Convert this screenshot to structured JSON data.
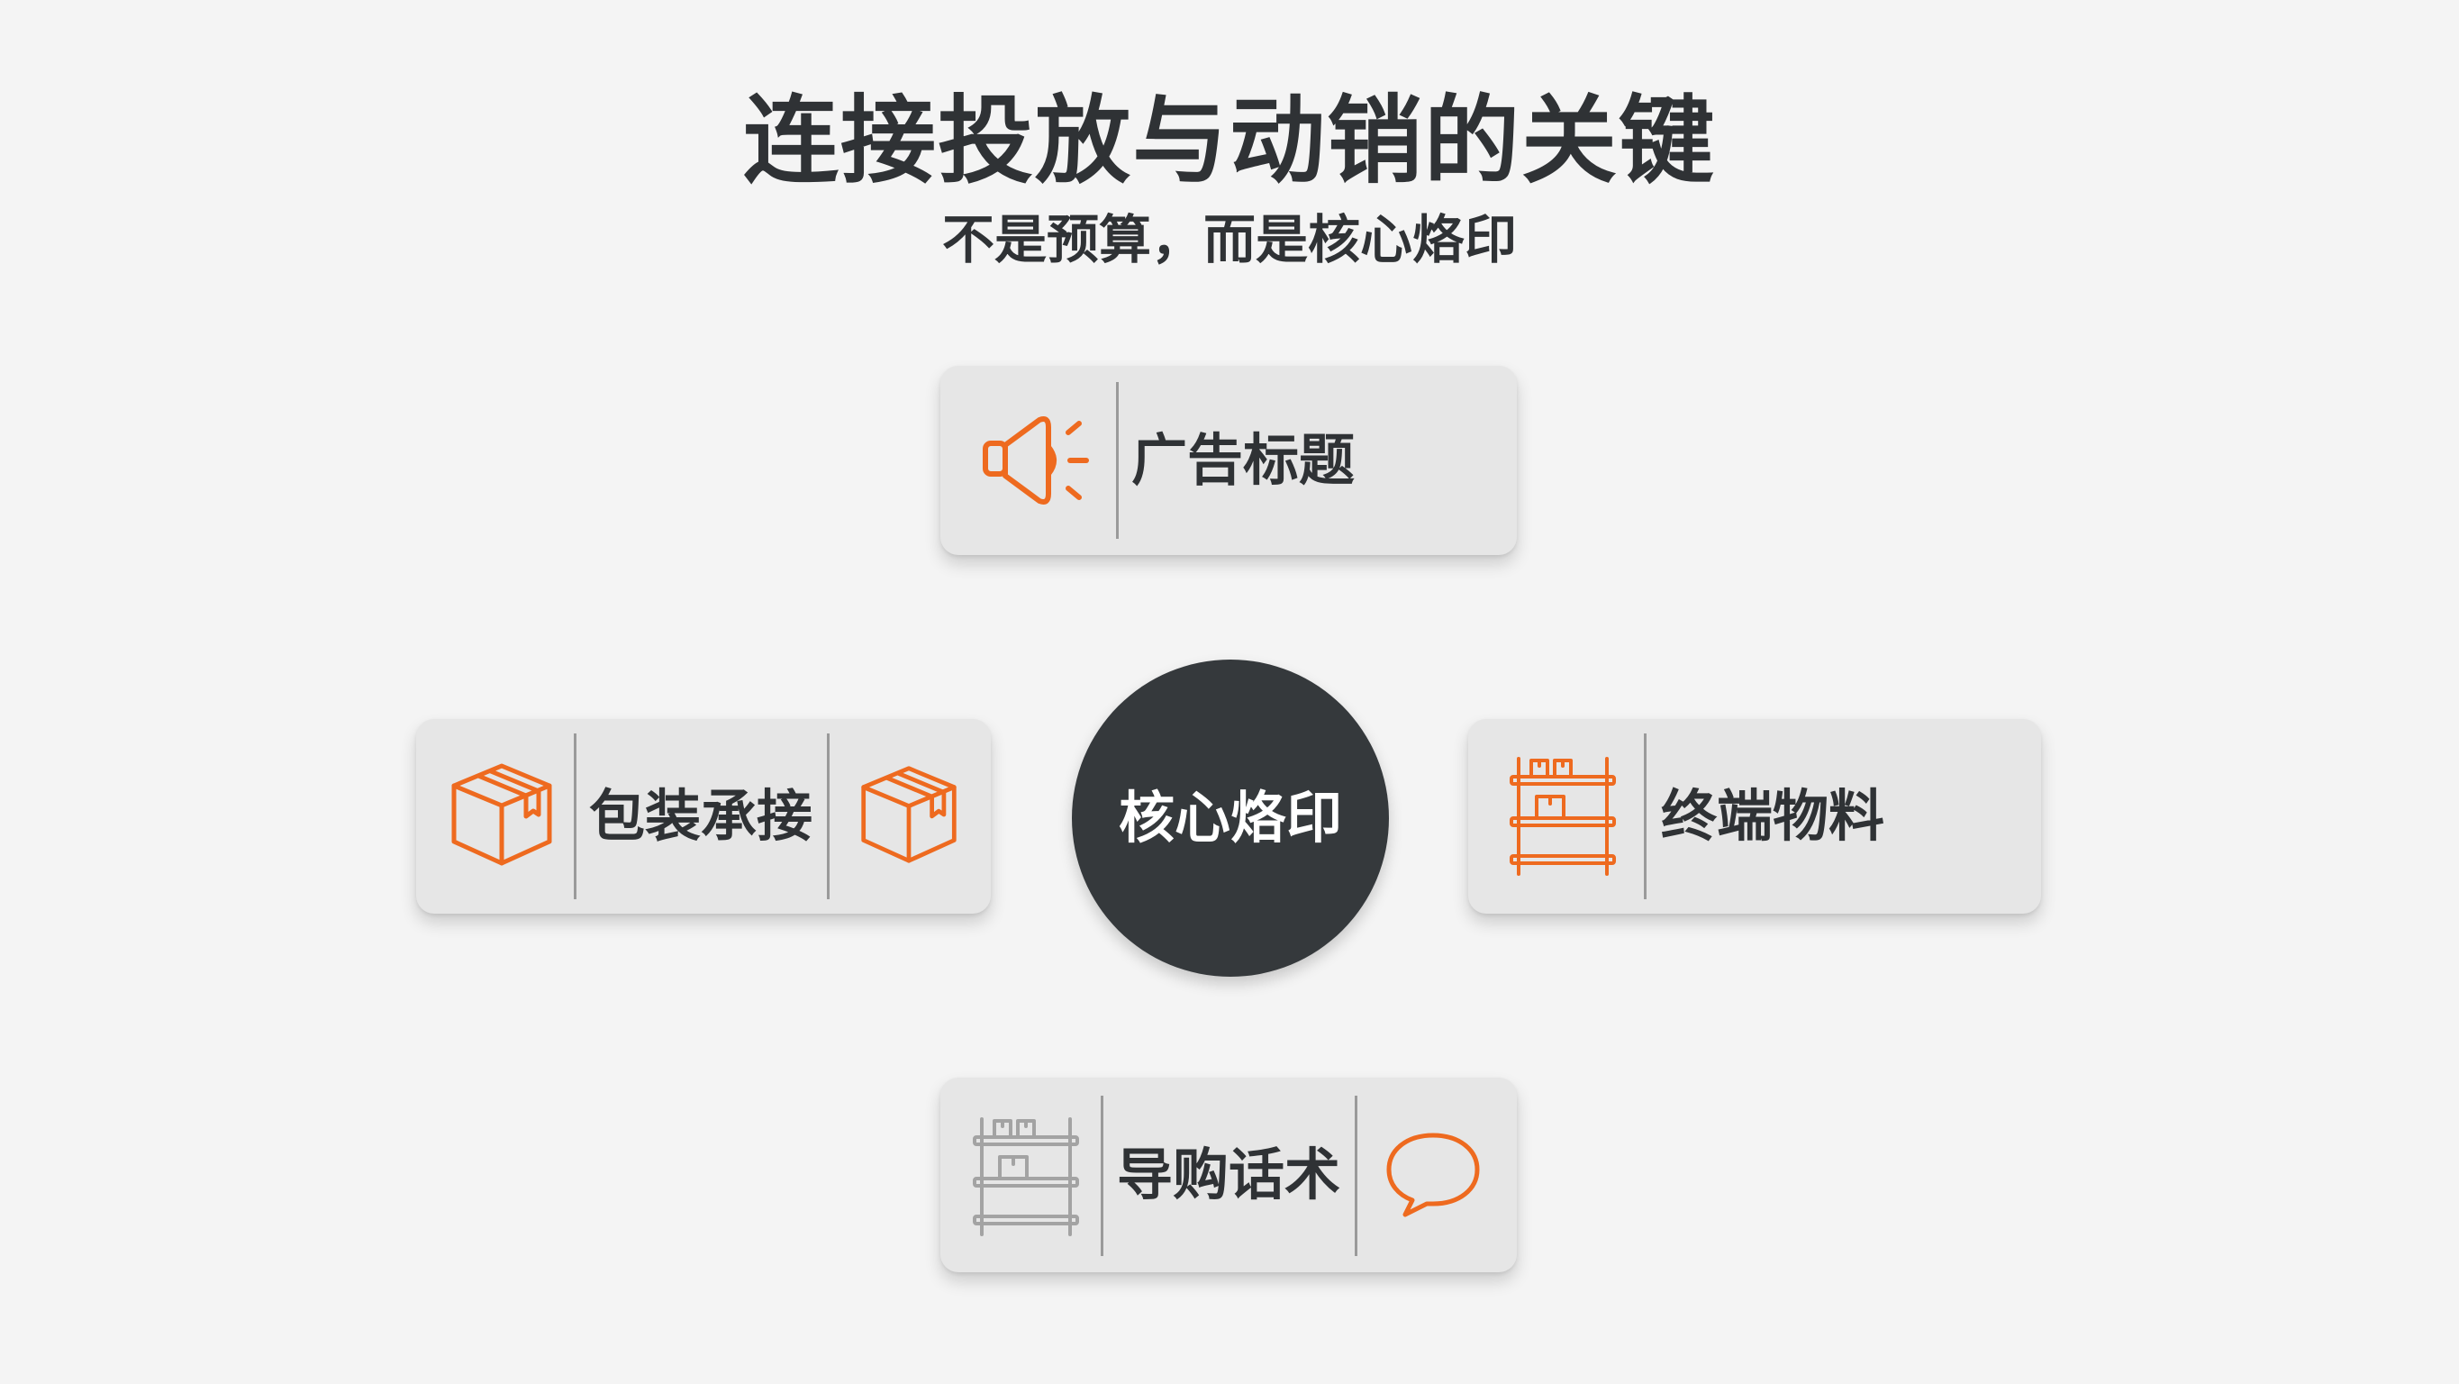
{
  "header": {
    "title": "连接投放与动销的关键",
    "subtitle": "不是预算，而是核心烙印"
  },
  "hub": {
    "label": "核心烙印"
  },
  "nodes": {
    "top": {
      "label": "广告标题",
      "icon": "megaphone-icon"
    },
    "left": {
      "label": "包装承接",
      "icons": [
        "box-icon",
        "box-icon"
      ]
    },
    "right": {
      "label": "终端物料",
      "icon": "shelf-icon"
    },
    "bottom": {
      "label": "导购话术",
      "icons": [
        "shelf-icon",
        "speech-bubble-icon"
      ]
    }
  },
  "colors": {
    "accent": "#ee6a1f",
    "card": "#e6e6e6",
    "hub": "#35393c",
    "text": "#2f3235",
    "muted_icon": "#a3a3a3"
  }
}
